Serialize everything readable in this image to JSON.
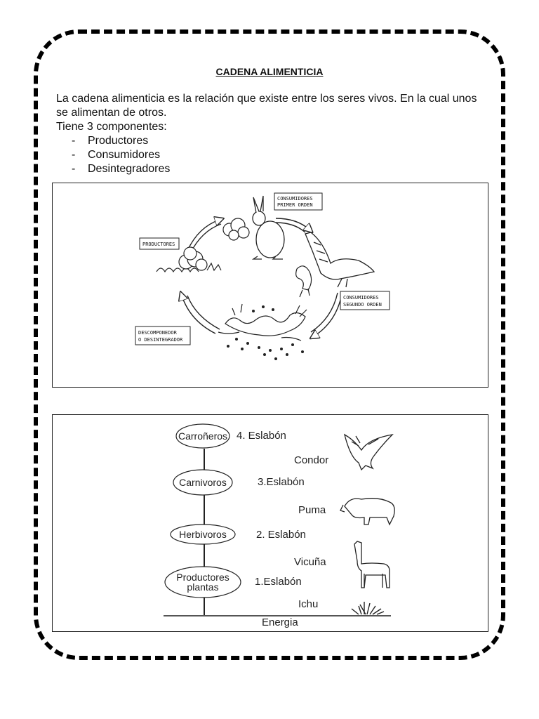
{
  "title": "CADENA ALIMENTICIA",
  "intro": {
    "paragraph": "La cadena alimenticia es la relación que existe entre los seres vivos. En la cual unos se alimentan de otros.",
    "components_intro": "Tiene 3 componentes:",
    "components": [
      "Productores",
      "Consumidores",
      "Desintegradores"
    ]
  },
  "cycle": {
    "productores": "PRODUCTORES",
    "consumidores_primer_1": "CONSUMIDORES",
    "consumidores_primer_2": "PRIMER ORDEN",
    "consumidores_segundo_1": "CONSUMIDORES",
    "consumidores_segundo_2": "SEGUNDO ORDEN",
    "descomponedor_1": "DESCOMPONEDOR",
    "descomponedor_2": "O DESINTEGRADOR"
  },
  "chain": {
    "levels": [
      {
        "group": "Carroñeros",
        "link": "4. Eslabón",
        "animal": "Condor"
      },
      {
        "group": "Carnivoros",
        "link": "3.Eslabón",
        "animal": "Puma"
      },
      {
        "group": "Herbivoros",
        "link": "2. Eslabón",
        "animal": "Vicuña"
      },
      {
        "group_line1": "Productores",
        "group_line2": "plantas",
        "link": "1.Eslabón",
        "animal": "Ichu"
      }
    ],
    "energy": "Energia"
  }
}
